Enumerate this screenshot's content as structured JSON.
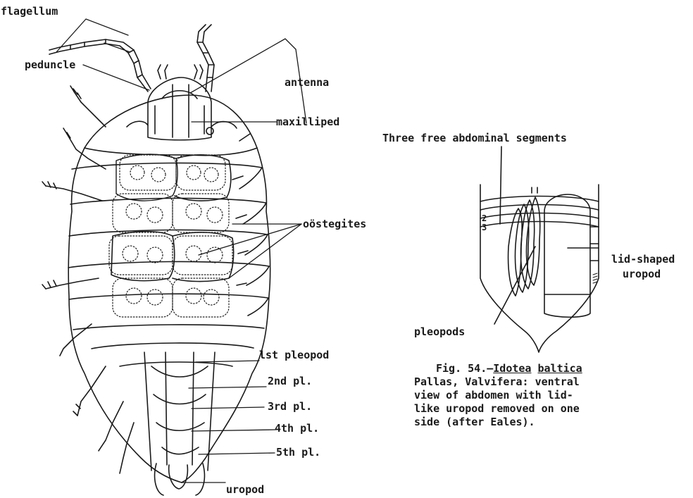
{
  "labels": {
    "flagellum": "flagellum",
    "peduncle": "peduncle",
    "antenna": "antenna",
    "maxilliped": "maxilliped",
    "oostegites": "oöstegites",
    "pleopod1": "lst pleopod",
    "pleopod2": "2nd pl.",
    "pleopod3": "3rd pl.",
    "pleopod4": "4th pl.",
    "pleopod5": "5th pl.",
    "uropod": "uropod",
    "three_free": "Three free abdominal segments",
    "seg2": "2",
    "seg3": "3",
    "lid_shaped_1": "lid-shaped",
    "lid_shaped_2": "uropod",
    "pleopods": "pleopods"
  },
  "caption": {
    "fig_prefix": "Fig. 54.—",
    "genus": "Idotea",
    "species": "baltica",
    "line1_suffix": "",
    "line2": "Pallas, Valvifera: ventral",
    "line3": "view of abdomen with lid-",
    "line4": "like uropod removed on one",
    "line5": "side (after Eales)."
  }
}
